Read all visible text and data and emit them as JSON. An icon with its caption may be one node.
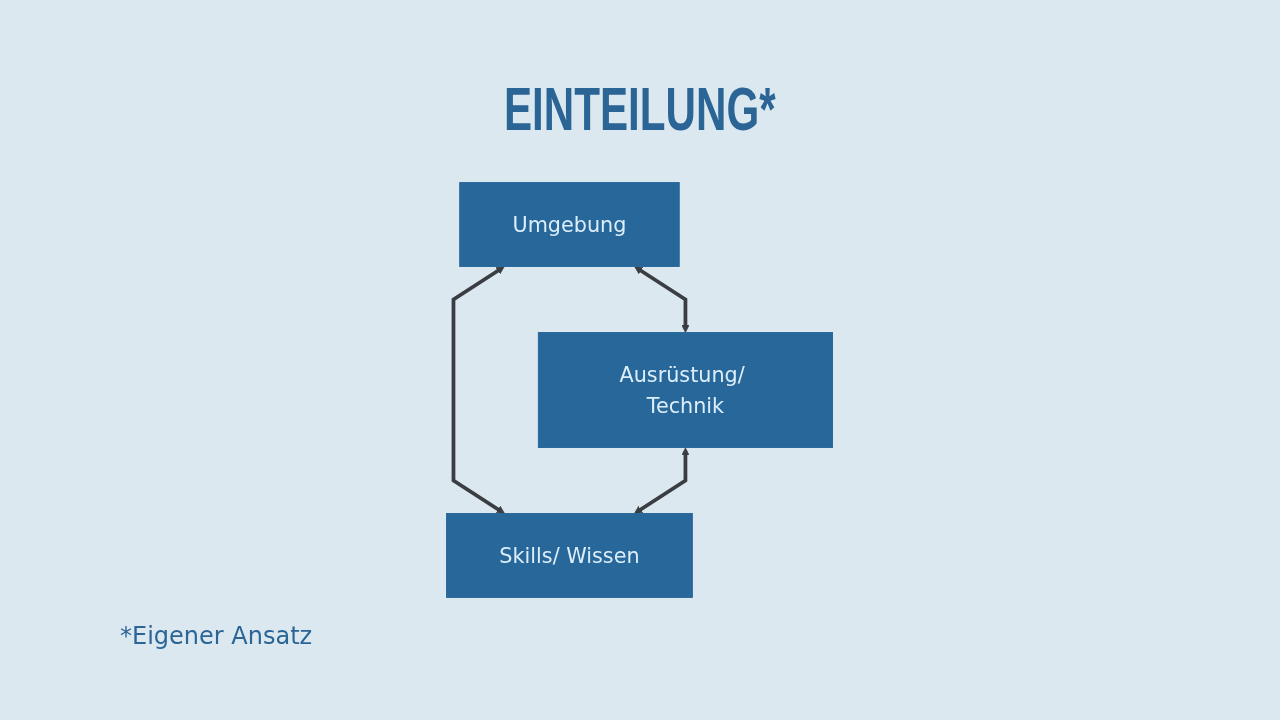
{
  "diagram": {
    "title": "EINTEILUNG*",
    "nodes": [
      {
        "text": [
          "Umgebung"
        ]
      },
      {
        "text": [
          "Ausrüstung/ Technik"
        ]
      },
      {
        "text": [
          "Skills/ Wissen"
        ]
      }
    ],
    "edges": [
      {
        "from": 0,
        "to": 1,
        "arrow": "both"
      },
      {
        "from": 0,
        "to": 2,
        "arrow": "both"
      },
      {
        "from": 1,
        "to": 2,
        "arrow": "both"
      }
    ],
    "caption": "*Eigener Ansatz"
  }
}
